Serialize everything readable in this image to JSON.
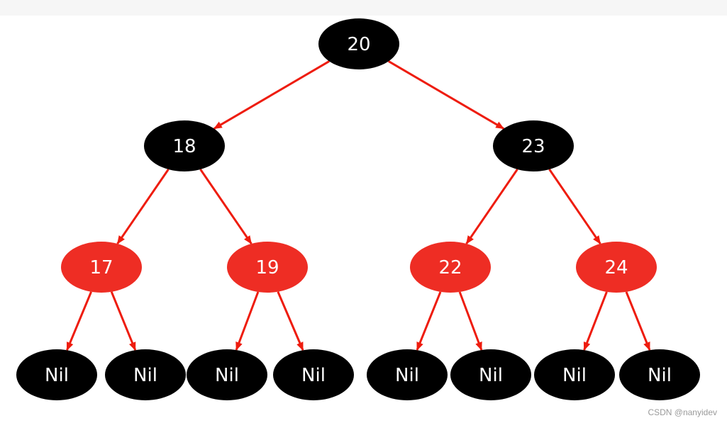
{
  "colors": {
    "black_node": "#000000",
    "red_node": "#ee2d24",
    "edge": "#ee1c0e",
    "label": "#ffffff"
  },
  "tree": {
    "root": {
      "label": "20",
      "color": "black",
      "children": [
        {
          "label": "18",
          "color": "black",
          "children": [
            {
              "label": "17",
              "color": "red",
              "children": [
                {
                  "label": "Nil",
                  "color": "black"
                },
                {
                  "label": "Nil",
                  "color": "black"
                }
              ]
            },
            {
              "label": "19",
              "color": "red",
              "children": [
                {
                  "label": "Nil",
                  "color": "black"
                },
                {
                  "label": "Nil",
                  "color": "black"
                }
              ]
            }
          ]
        },
        {
          "label": "23",
          "color": "black",
          "children": [
            {
              "label": "22",
              "color": "red",
              "children": [
                {
                  "label": "Nil",
                  "color": "black"
                },
                {
                  "label": "Nil",
                  "color": "black"
                }
              ]
            },
            {
              "label": "24",
              "color": "red",
              "children": [
                {
                  "label": "Nil",
                  "color": "black"
                },
                {
                  "label": "Nil",
                  "color": "black"
                }
              ]
            }
          ]
        }
      ]
    }
  },
  "watermark": "CSDN @nanyidev"
}
